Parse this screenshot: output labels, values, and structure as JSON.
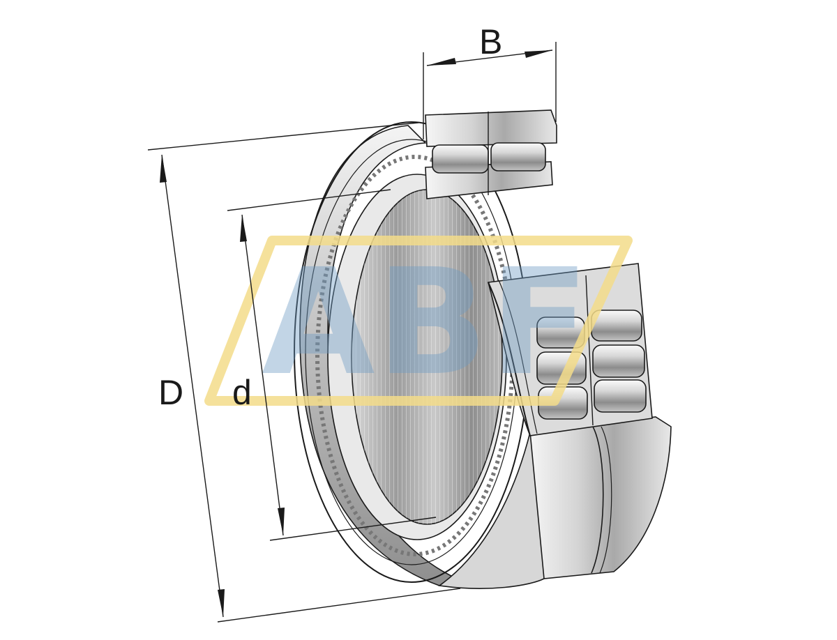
{
  "diagram": {
    "dimension_labels": {
      "width": "B",
      "outer_diameter": "D",
      "bore_diameter": "d"
    }
  },
  "watermark": {
    "text": "ABF",
    "frame_color": "#f3dc8a",
    "text_color": "#6f9cc4"
  },
  "colors": {
    "line": "#1a1a1a",
    "steel_light": "#ececec",
    "steel_mid": "#bfbfbf",
    "steel_dark": "#8a8a8a"
  }
}
